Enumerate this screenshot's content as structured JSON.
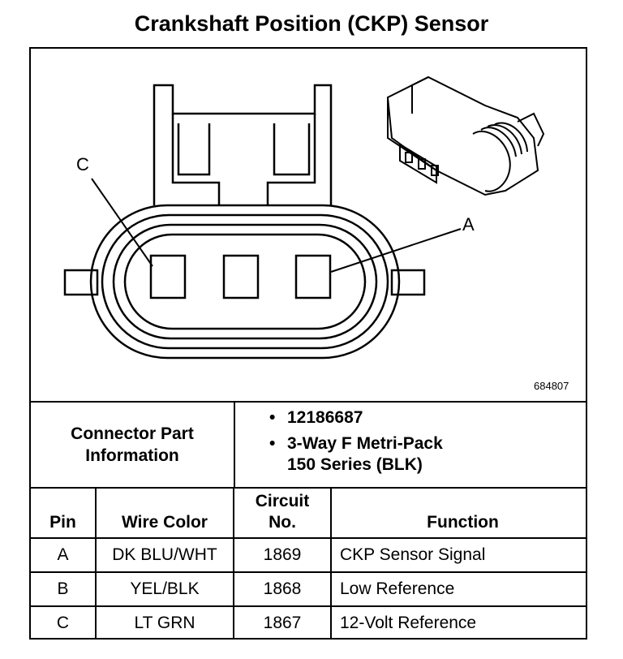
{
  "title": "Crankshaft Position (CKP) Sensor",
  "diagram": {
    "callout_c": "C",
    "callout_a": "A",
    "figure_id": "684807"
  },
  "connector_info": {
    "label_line1": "Connector Part",
    "label_line2": "Information",
    "bullet": "•",
    "items": [
      "12186687",
      "3-Way F Metri-Pack",
      "150 Series (BLK)"
    ]
  },
  "pin_table": {
    "headers": {
      "pin": "Pin",
      "wire_color": "Wire Color",
      "circuit_line1": "Circuit",
      "circuit_line2": "No.",
      "function": "Function"
    },
    "rows": [
      {
        "pin": "A",
        "wire_color": "DK BLU/WHT",
        "circuit": "1869",
        "function": "CKP Sensor Signal"
      },
      {
        "pin": "B",
        "wire_color": "YEL/BLK",
        "circuit": "1868",
        "function": "Low Reference"
      },
      {
        "pin": "C",
        "wire_color": "LT GRN",
        "circuit": "1867",
        "function": "12-Volt Reference"
      }
    ]
  }
}
